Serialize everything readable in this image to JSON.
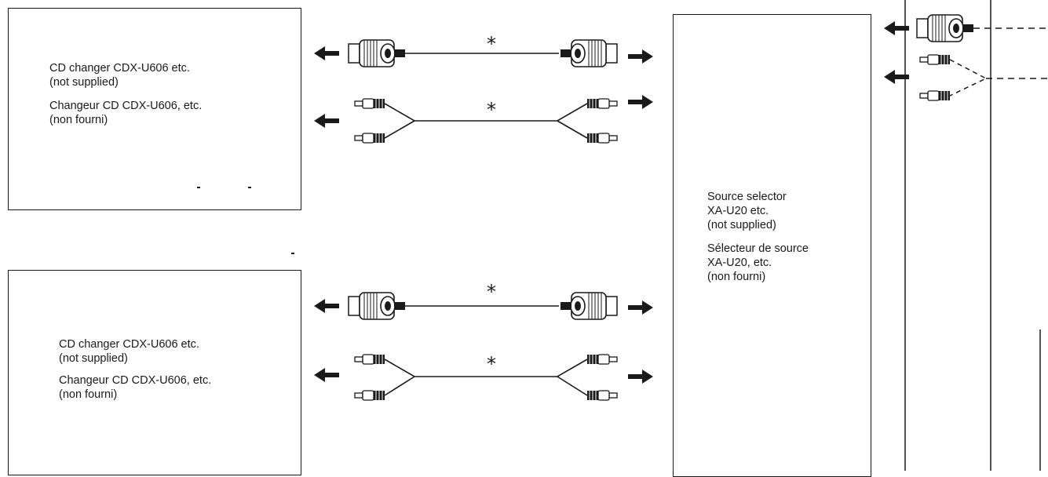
{
  "cd_changer_upper": {
    "label_en": "CD changer CDX-U606 etc.\n(not supplied)",
    "label_fr": "Changeur CD CDX-U606, etc.\n(non fourni)"
  },
  "cd_changer_lower": {
    "label_en": "CD changer CDX-U606 etc.\n(not supplied)",
    "label_fr": "Changeur CD CDX-U606, etc.\n(non fourni)"
  },
  "source_selector": {
    "label_en": "Source selector\nXA-U20 etc.\n(not supplied)",
    "label_fr": "Sélecteur de source\nXA-U20, etc.\n(non fourni)"
  },
  "cable_marks": {
    "upper_bus": "*",
    "upper_rca": "*",
    "lower_bus": "*",
    "lower_rca": "*"
  },
  "icons": [
    "bus-cable-plug-icon",
    "rca-plug-icon",
    "signal-arrow-icon"
  ],
  "colors": {
    "ink": "#1a1a1a",
    "background": "#ffffff"
  }
}
